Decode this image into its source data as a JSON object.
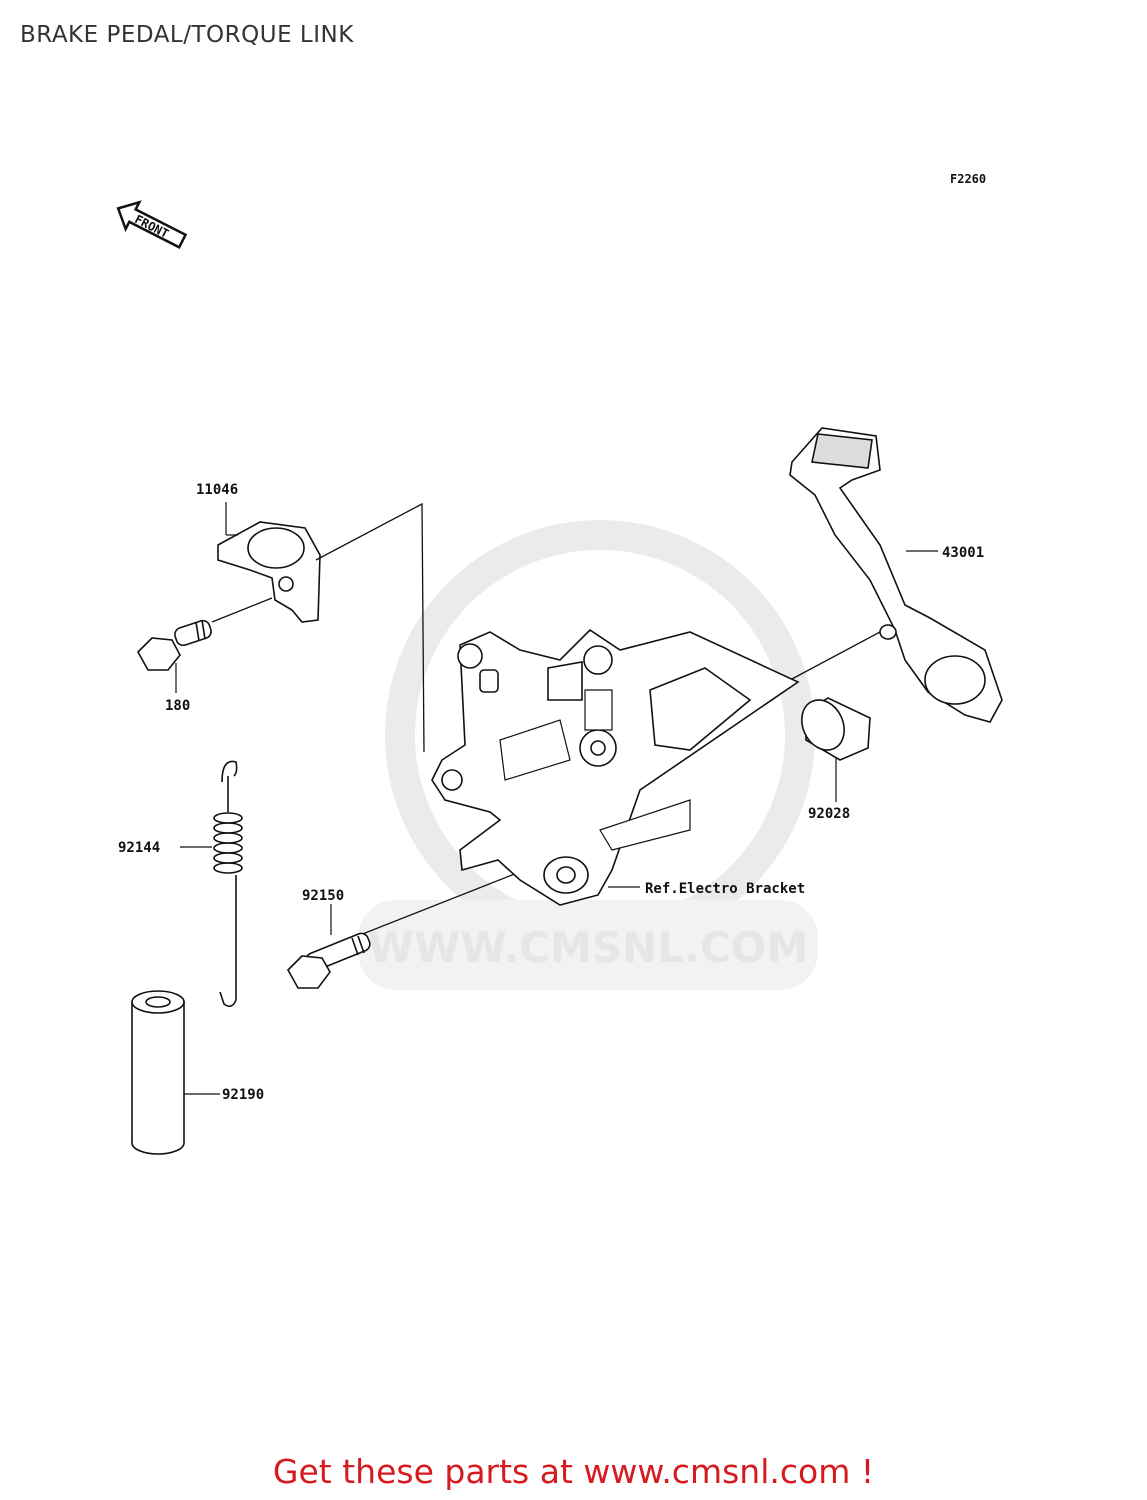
{
  "title": "BRAKE PEDAL/TORQUE LINK",
  "figure_code": "F2260",
  "front_label": "FRONT",
  "watermark": "WWW.CMSNL.COM",
  "parts": {
    "p11046": "11046",
    "p180": "180",
    "p92144": "92144",
    "p92150": "92150",
    "p92190": "92190",
    "p43001": "43001",
    "p92028": "92028"
  },
  "reference_label": "Ref.Electro Bracket",
  "footer": "Get these parts at www.cmsnl.com !"
}
